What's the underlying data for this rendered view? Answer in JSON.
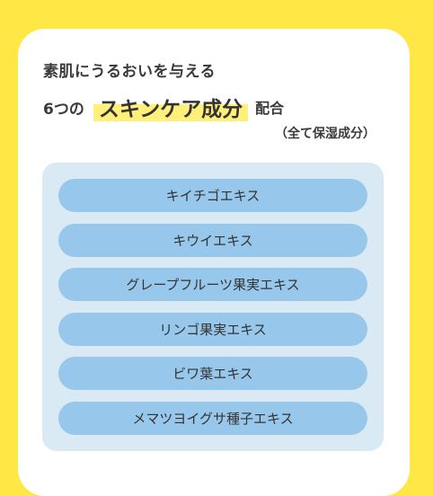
{
  "heading": {
    "line1": "素肌にうるおいを与える",
    "count": "6つの",
    "highlight": "スキンケア成分",
    "suffix": "配合",
    "note": "（全て保湿成分）"
  },
  "ingredients": [
    "キイチゴエキス",
    "キウイエキス",
    "グレープフルーツ果実エキス",
    "リンゴ果実エキス",
    "ビワ葉エキス",
    "メマツヨイグサ種子エキス"
  ],
  "colors": {
    "background": "#ffe845",
    "card": "#ffffff",
    "highlight": "#fff07a",
    "panel": "#d9eaf4",
    "pill": "#97c7eb",
    "text": "#3a3a3a"
  }
}
